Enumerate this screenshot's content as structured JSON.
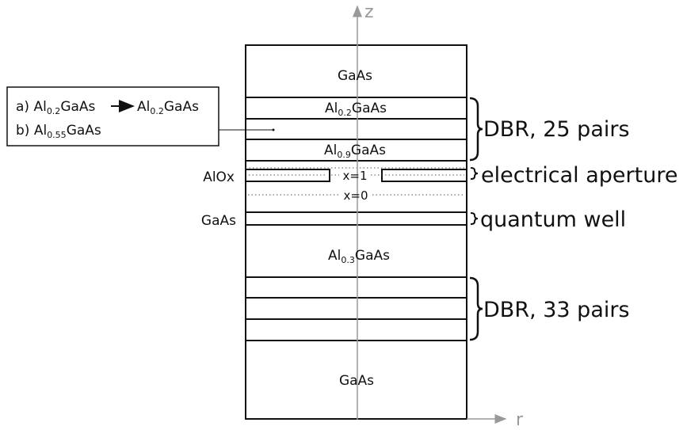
{
  "axes": {
    "z_label": "z",
    "r_label": "r"
  },
  "layers": {
    "top_gaas": "GaAs",
    "al02_base": "Al",
    "al02_sub": "0.2",
    "al02_tail": "GaAs",
    "al09_base": "Al",
    "al09_sub": "0.9",
    "al09_tail": "GaAs",
    "x1": "x=1",
    "x0": "x=0",
    "al03_base": "Al",
    "al03_sub": "0.3",
    "al03_tail": "GaAs",
    "bottom_gaas": "GaAs"
  },
  "side_labels": {
    "alox": "AlOx",
    "gaas": "GaAs"
  },
  "callouts": {
    "dbr_top": "DBR, 25 pairs",
    "aperture": "electrical aperture",
    "quantum_well": "quantum well",
    "dbr_bottom": "DBR, 33 pairs"
  },
  "legend": {
    "a_prefix": "a) Al",
    "a_sub1": "0.2",
    "a_mid": "GaAs",
    "a_al": "Al",
    "a_sub2": "0.2",
    "a_tail": "GaAs",
    "b_prefix": "b) Al",
    "b_sub": "0.55",
    "b_tail": "GaAs"
  },
  "colors": {
    "line": "#111111",
    "axis": "#999999"
  }
}
